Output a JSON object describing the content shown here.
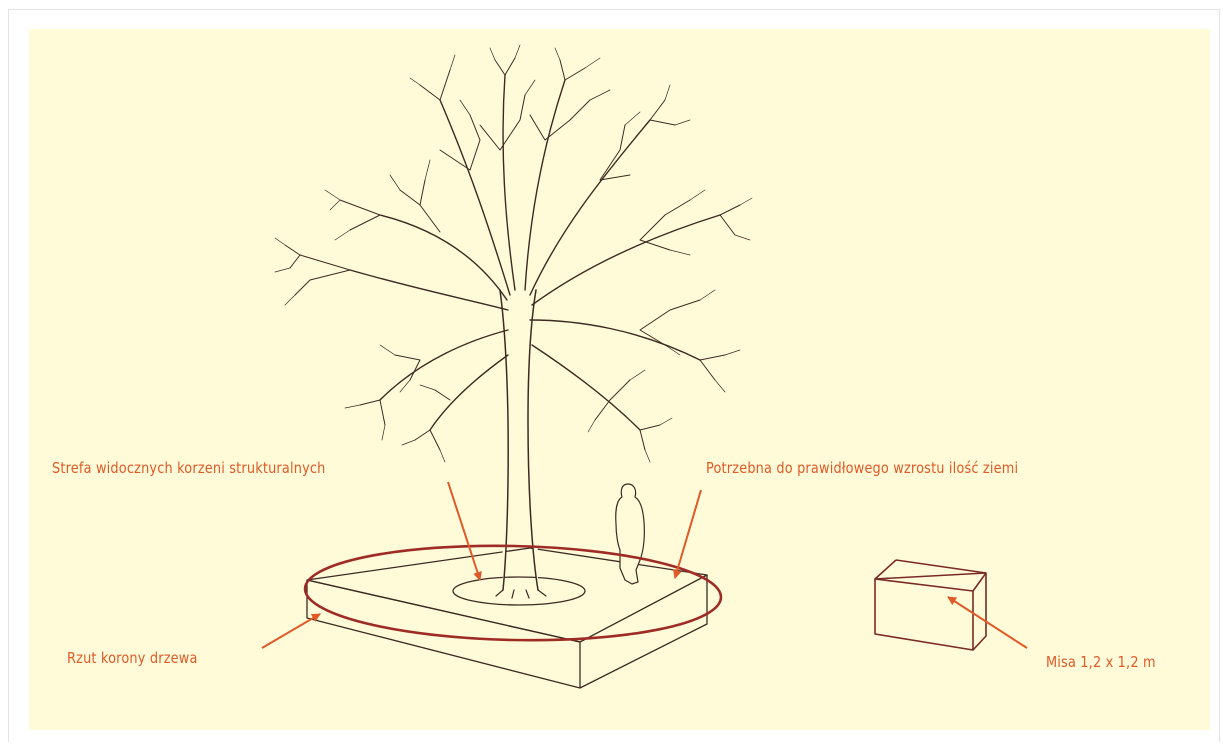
{
  "labels": {
    "root_zone": "Strefa widocznych korzeni strukturalnych",
    "soil_volume": "Potrzebna do prawidłowego wzrostu ilość ziemi",
    "crown_projection": "Rzut korony drzewa",
    "pit": "Misa 1,2 x 1,2 m"
  },
  "colors": {
    "background": "#fffbd9",
    "line_art": "#3c2a22",
    "accent": "#e05a28",
    "crown_outline": "#9e2b26"
  }
}
